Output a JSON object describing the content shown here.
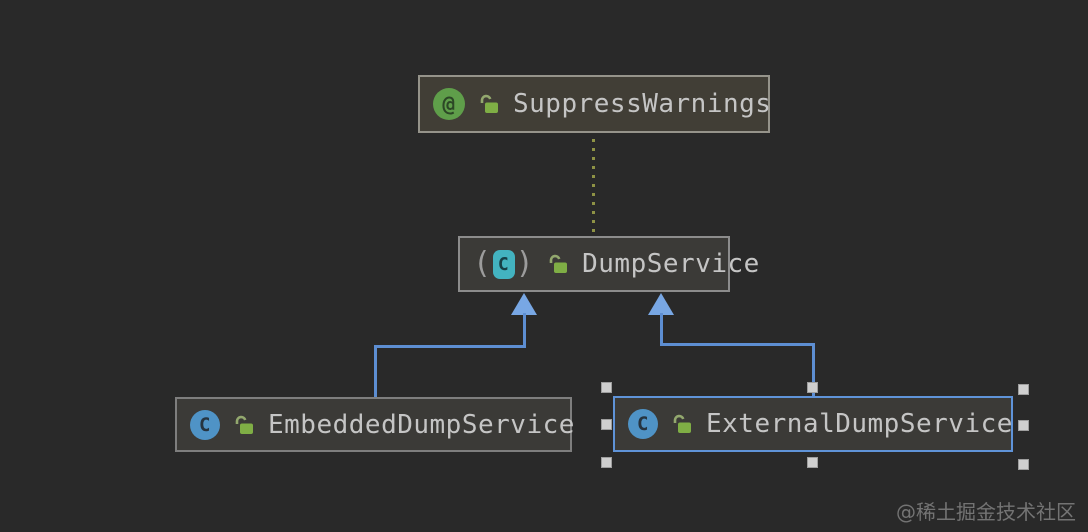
{
  "colors": {
    "background": "#292929",
    "node_fill": "#3b3a37",
    "annotation_node_fill": "#413e36",
    "node_border": "#8c8c8c",
    "node_text": "#c5c5c5",
    "edge_blue": "#5d8ed2",
    "arrowhead_blue": "#78a7e4",
    "dotted_olive": "#8e9245",
    "selection_blue": "#5f93d8",
    "handle_fill": "#cfcfcf",
    "annotation_green": "#5f9e4a",
    "lock_green": "#7fae45",
    "class_icon_blue": "#4f93c6",
    "interface_icon_teal": "#43b3c0",
    "watermark_gray": "#737373"
  },
  "icons": {
    "annotation_glyph": "@",
    "class_glyph": "C",
    "paren_left": "(",
    "paren_right": ")"
  },
  "nodes": [
    {
      "label": "SuppressWarnings",
      "type": "annotation",
      "selected": false
    },
    {
      "label": "DumpService",
      "type": "class-in-parens",
      "selected": false
    },
    {
      "label": "EmbeddedDumpService",
      "type": "class",
      "selected": false
    },
    {
      "label": "ExternalDumpService",
      "type": "class",
      "selected": true
    }
  ],
  "edges": [
    {
      "from": "DumpService",
      "to": "SuppressWarnings",
      "style": "dotted"
    },
    {
      "from": "EmbeddedDumpService",
      "to": "DumpService",
      "style": "solid-triangle-arrow"
    },
    {
      "from": "ExternalDumpService",
      "to": "DumpService",
      "style": "solid-triangle-arrow"
    }
  ],
  "watermark": "@稀土掘金技术社区"
}
